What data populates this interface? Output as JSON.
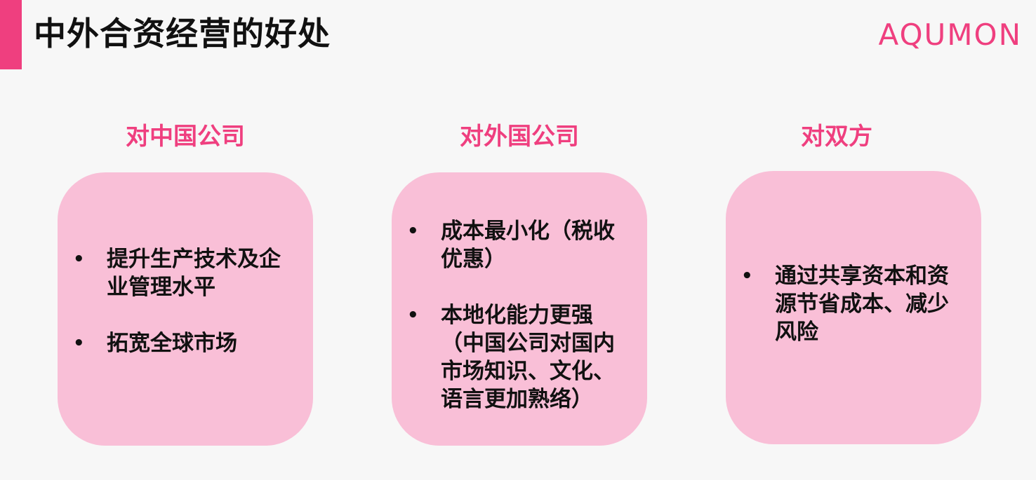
{
  "slide": {
    "title": "中外合资经营的好处",
    "brand": "AQUMON"
  },
  "columns": [
    {
      "heading": "对中国公司",
      "bullets": [
        "提升生产技术及企业管理水平",
        "拓宽全球市场"
      ]
    },
    {
      "heading": "对外国公司",
      "bullets": [
        "成本最小化（税收优惠）",
        "本地化能力更强（中国公司对国内市场知识、文化、语言更加熟络）"
      ]
    },
    {
      "heading": "对双方",
      "bullets": [
        "通过共享资本和资源节省成本、减少风险"
      ]
    }
  ],
  "theme": {
    "accent": "#ef3f7f",
    "card_fill": "#f9bfd7",
    "background": "#f7f7f7",
    "text": "#111111",
    "bullet_glyph": "•"
  }
}
